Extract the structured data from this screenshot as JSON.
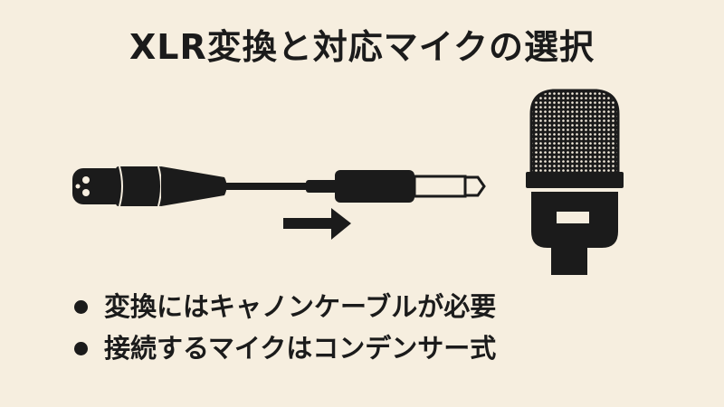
{
  "title": "XLR変換と対応マイクの選択",
  "illustration": {
    "cable": "xlr-to-phone-plug-cable-icon",
    "arrow": "arrow-right-icon",
    "microphone": "condenser-microphone-icon"
  },
  "bullets": [
    "変換にはキャノンケーブルが必要",
    "接続するマイクはコンデンサー式"
  ],
  "colors": {
    "background": "#f6eedf",
    "ink": "#1b1b1b"
  }
}
